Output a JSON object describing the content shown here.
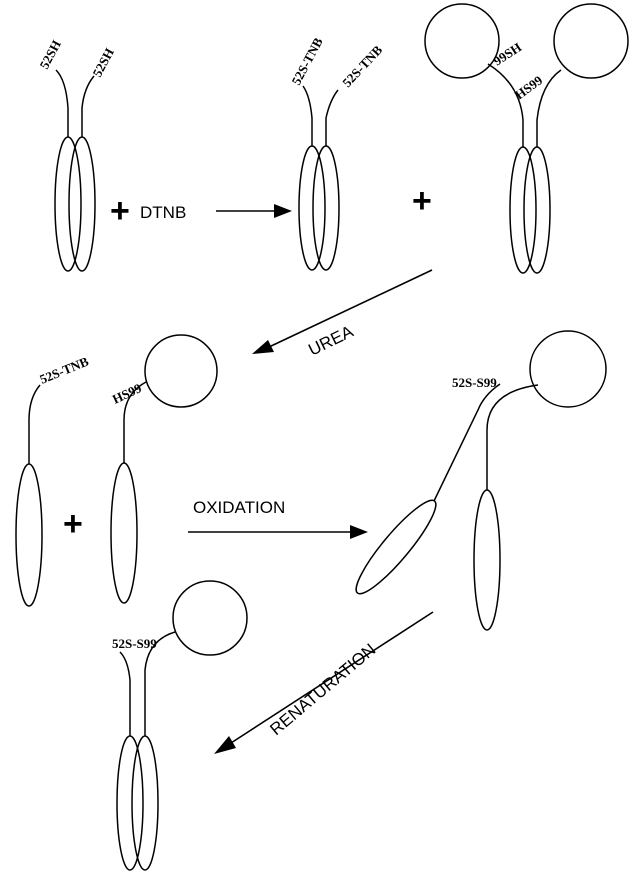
{
  "labels": {
    "sh_left": "52SH",
    "sh_right": "52SH",
    "tnb_left": "52S-TNB",
    "tnb_right": "52S-TNB",
    "sh99_left": "99SH",
    "sh99_right": "HS99",
    "tnb_single": "52S-TNB",
    "hs99_single": "HS99",
    "s99_mid": "52S-S99",
    "s99_bottom": "52S-S99"
  },
  "symbols": {
    "plus": "+"
  },
  "steps": {
    "dtnb": "DTNB",
    "urea": "UREA",
    "oxidation": "OXIDATION",
    "renaturation": "RENATURATION"
  }
}
